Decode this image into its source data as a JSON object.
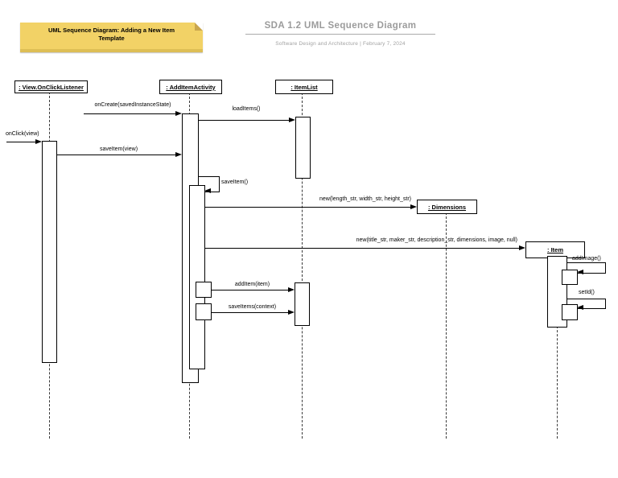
{
  "note": {
    "text": "UML Sequence Diagram: Adding a New Item Template"
  },
  "header": {
    "title": "SDA 1.2 UML Sequence Diagram",
    "subtitle": "Software Design and Architecture  |  February 7, 2024"
  },
  "lifelines": [
    {
      "label": ": View.OnClickListener"
    },
    {
      "label": ": AddItemActivity"
    },
    {
      "label": ": ItemList"
    },
    {
      "label": ": Dimensions"
    },
    {
      "label": ": Item"
    }
  ],
  "messages": [
    {
      "label": "onClick(view)"
    },
    {
      "label": "onCreate(savedInstanceState)"
    },
    {
      "label": "loadItems()"
    },
    {
      "label": "saveItem(view)"
    },
    {
      "label": "saveItem()"
    },
    {
      "label": "new(length_str, width_str, height_str)"
    },
    {
      "label": "new(title_str, maker_str, description_str, dimensions, image, null)"
    },
    {
      "label": "addItem(item)"
    },
    {
      "label": "saveItems(context)"
    },
    {
      "label": "addImage()"
    },
    {
      "label": "setId()"
    }
  ],
  "colors": {
    "note_fill": "#F2D266",
    "note_fold": "#C9A64D",
    "note_bottom": "#DDBE55",
    "header_text": "#9B9B9B",
    "line": "#000000"
  }
}
